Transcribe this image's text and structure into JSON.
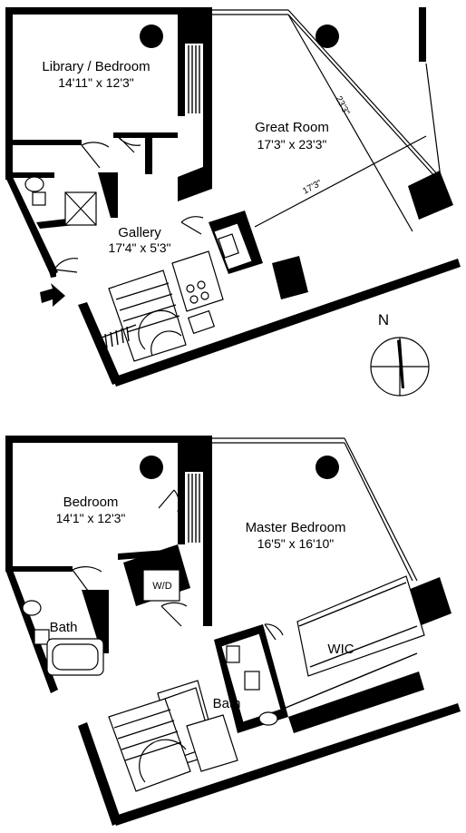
{
  "upper_floor": {
    "rooms": [
      {
        "name": "Library / Bedroom",
        "size": "14'11\" x 12'3\""
      },
      {
        "name": "Great Room",
        "size": "17'3\" x 23'3\""
      },
      {
        "name": "Gallery",
        "size": "17'4\" x 5'3\""
      }
    ],
    "dimension_lines": {
      "length": "23'3\"",
      "width": "17'3\""
    }
  },
  "lower_floor": {
    "rooms": [
      {
        "name": "Bedroom",
        "size": "14'1\" x 12'3\""
      },
      {
        "name": "Master Bedroom",
        "size": "16'5\" x 16'10\""
      },
      {
        "name": "Bath"
      },
      {
        "name": "Bath"
      },
      {
        "name": "WIC"
      }
    ],
    "appliance_label": "W/D"
  },
  "compass": {
    "label": "N"
  },
  "colors": {
    "walls": "#000000",
    "background": "#ffffff"
  }
}
